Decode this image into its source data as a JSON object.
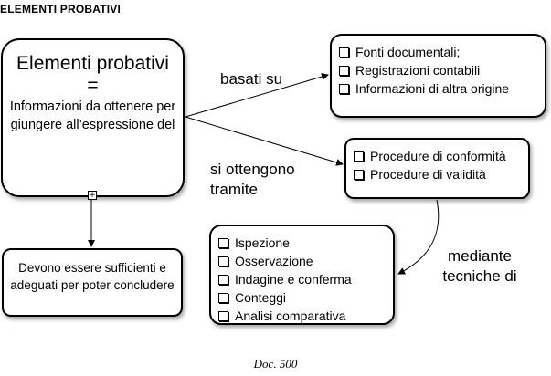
{
  "header": {
    "title": "ELEMENTI PROBATIVI"
  },
  "main_node": {
    "title": "Elementi probativi",
    "equals": "=",
    "description": "Informazioni da ottenere per giungere all’espressione del"
  },
  "expander": {
    "symbol": "+"
  },
  "sources_node": {
    "items": [
      "Fonti documentali;",
      "Registrazioni contabili",
      "Informazioni di altra origine"
    ]
  },
  "procedures_node": {
    "items": [
      "Procedure di conformità",
      "Procedure di validità"
    ]
  },
  "techniques_node": {
    "items": [
      "Ispezione",
      "Osservazione",
      "Indagine e conferma",
      "Conteggi",
      "Analisi comparativa"
    ]
  },
  "requirement_node": {
    "text": "Devono essere sufficienti e adeguati per poter concludere"
  },
  "edge_labels": {
    "based_on": "basati su",
    "obtained_via": "si ottengono tramite",
    "through_techniques": "mediante tecniche di"
  },
  "footer": {
    "caption": "Doc. 500"
  }
}
